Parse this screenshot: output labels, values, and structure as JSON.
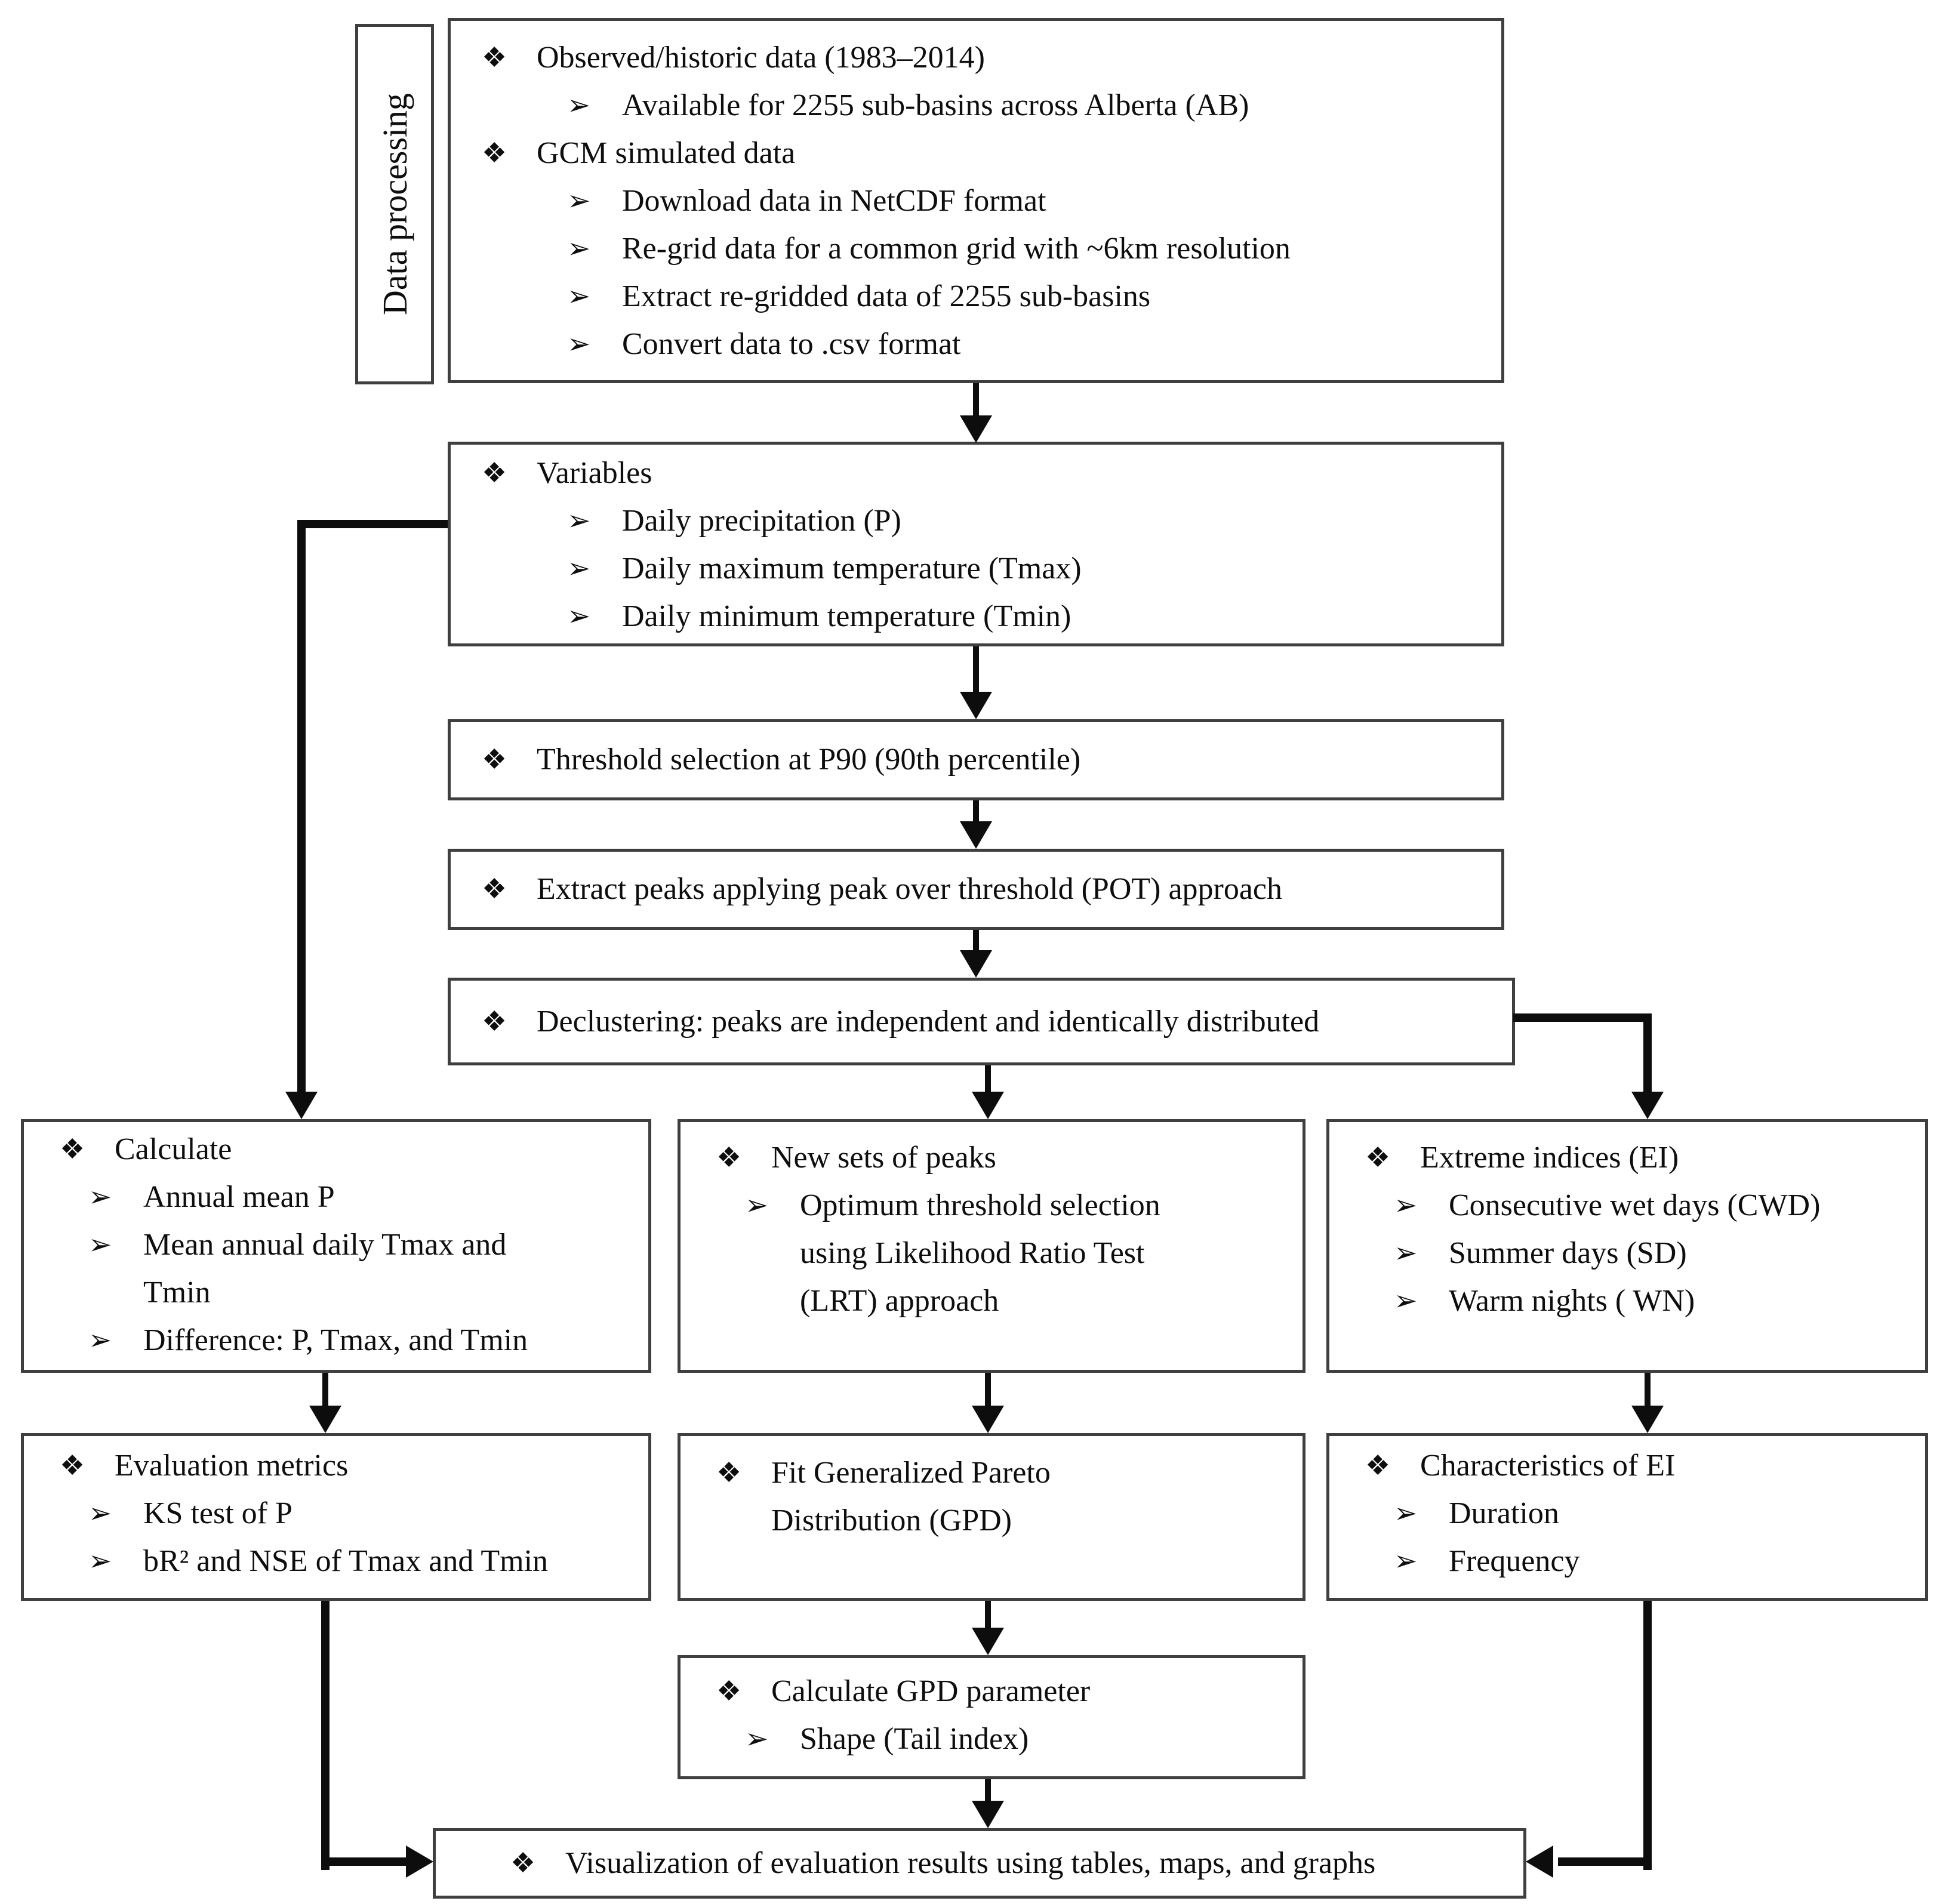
{
  "bullets": {
    "level1": "❖",
    "level2": "➢"
  },
  "colors": {
    "line": "#0d0d0d",
    "box_border": "#3f3f3f",
    "background": "#ffffff"
  },
  "sidebar": {
    "label": "Data processing"
  },
  "boxes": {
    "data_processing": {
      "items": [
        {
          "level": 1,
          "lines": [
            "Observed/historic data (1983–2014)"
          ]
        },
        {
          "level": 2,
          "lines": [
            "Available for 2255 sub-basins across Alberta (AB)"
          ]
        },
        {
          "level": 1,
          "lines": [
            "GCM simulated data"
          ]
        },
        {
          "level": 2,
          "lines": [
            "Download data in NetCDF format"
          ]
        },
        {
          "level": 2,
          "lines": [
            "Re-grid data for a common grid with ~6km resolution"
          ]
        },
        {
          "level": 2,
          "lines": [
            "Extract re-gridded data of 2255 sub-basins"
          ]
        },
        {
          "level": 2,
          "lines": [
            "Convert data to .csv format"
          ]
        }
      ]
    },
    "variables": {
      "items": [
        {
          "level": 1,
          "lines": [
            "Variables"
          ]
        },
        {
          "level": 2,
          "lines": [
            "Daily precipitation (P)"
          ]
        },
        {
          "level": 2,
          "lines": [
            "Daily maximum temperature (Tmax)"
          ]
        },
        {
          "level": 2,
          "lines": [
            "Daily minimum temperature (Tmin)"
          ]
        }
      ]
    },
    "threshold": {
      "items": [
        {
          "level": 1,
          "lines": [
            "Threshold selection at P90 (90th percentile)"
          ]
        }
      ]
    },
    "extract_peaks": {
      "items": [
        {
          "level": 1,
          "lines": [
            "Extract peaks applying peak over threshold (POT) approach"
          ]
        }
      ]
    },
    "declustering": {
      "items": [
        {
          "level": 1,
          "lines": [
            "Declustering:  peaks are independent and identically distributed"
          ]
        }
      ]
    },
    "calculate": {
      "items": [
        {
          "level": 1,
          "lines": [
            "Calculate"
          ]
        },
        {
          "level": 2,
          "lines": [
            "Annual mean P"
          ]
        },
        {
          "level": 2,
          "lines": [
            "Mean annual daily Tmax and",
            "Tmin"
          ]
        },
        {
          "level": 2,
          "lines": [
            "Difference: P, Tmax, and Tmin"
          ]
        }
      ]
    },
    "new_peaks": {
      "items": [
        {
          "level": 1,
          "lines": [
            "New sets of peaks"
          ]
        },
        {
          "level": 2,
          "lines": [
            "Optimum threshold selection",
            "using Likelihood Ratio Test",
            "(LRT) approach"
          ]
        }
      ]
    },
    "extreme_indices": {
      "items": [
        {
          "level": 1,
          "lines": [
            "Extreme indices (EI)"
          ]
        },
        {
          "level": 2,
          "lines": [
            "Consecutive wet days (CWD)"
          ]
        },
        {
          "level": 2,
          "lines": [
            "Summer days (SD)"
          ]
        },
        {
          "level": 2,
          "lines": [
            "Warm nights ( WN)"
          ]
        }
      ]
    },
    "evaluation_metrics": {
      "items": [
        {
          "level": 1,
          "lines": [
            "Evaluation metrics"
          ]
        },
        {
          "level": 2,
          "lines": [
            "KS test of P"
          ]
        },
        {
          "level": 2,
          "lines": [
            "bR² and NSE of Tmax and Tmin"
          ]
        }
      ]
    },
    "fit_gpd": {
      "items": [
        {
          "level": 1,
          "lines": [
            "Fit Generalized Pareto",
            "Distribution (GPD)"
          ]
        }
      ]
    },
    "characteristics": {
      "items": [
        {
          "level": 1,
          "lines": [
            "Characteristics of EI"
          ]
        },
        {
          "level": 2,
          "lines": [
            "Duration"
          ]
        },
        {
          "level": 2,
          "lines": [
            "Frequency"
          ]
        }
      ]
    },
    "gpd_parameter": {
      "items": [
        {
          "level": 1,
          "lines": [
            "Calculate GPD parameter"
          ]
        },
        {
          "level": 2,
          "lines": [
            "Shape (Tail index)"
          ]
        }
      ]
    },
    "visualization": {
      "items": [
        {
          "level": 1,
          "lines": [
            "Visualization of evaluation results using tables, maps, and graphs"
          ]
        }
      ]
    }
  }
}
